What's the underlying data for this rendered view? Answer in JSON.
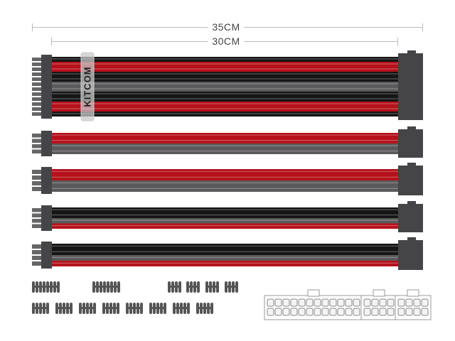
{
  "dimensions": {
    "outer_label": "35CM",
    "inner_label": "30CM"
  },
  "brand": "KITCOM",
  "colors": {
    "red": "#b5111a",
    "black": "#161616",
    "gray": "#5a5a5c",
    "connector": "#454547",
    "comb": "#555",
    "dim": "#bbbbbb"
  },
  "cables": [
    {
      "name": "cable-24pin",
      "wires": [
        "black",
        "red",
        "red",
        "black",
        "black",
        "gray",
        "gray",
        "black",
        "black",
        "red",
        "red",
        "black"
      ]
    },
    {
      "name": "cable-8pin-1",
      "wires": [
        "red",
        "red",
        "gray",
        "gray"
      ]
    },
    {
      "name": "cable-8pin-2",
      "wires": [
        "red",
        "red",
        "gray",
        "gray"
      ]
    },
    {
      "name": "cable-8pin-3",
      "wires": [
        "black",
        "black",
        "gray",
        "red"
      ]
    },
    {
      "name": "cable-8pin-4",
      "wires": [
        "black",
        "black",
        "gray",
        "red"
      ]
    }
  ],
  "combs": {
    "row1_large": 2,
    "row1_small": 4,
    "row2_medium": 8
  },
  "pinouts": [
    {
      "name": "pinout-24pin",
      "rows": 2,
      "cols": 12
    },
    {
      "name": "pinout-8pin-a",
      "rows": 2,
      "cols": 4
    },
    {
      "name": "pinout-8pin-b",
      "rows": 2,
      "cols": 4
    }
  ]
}
